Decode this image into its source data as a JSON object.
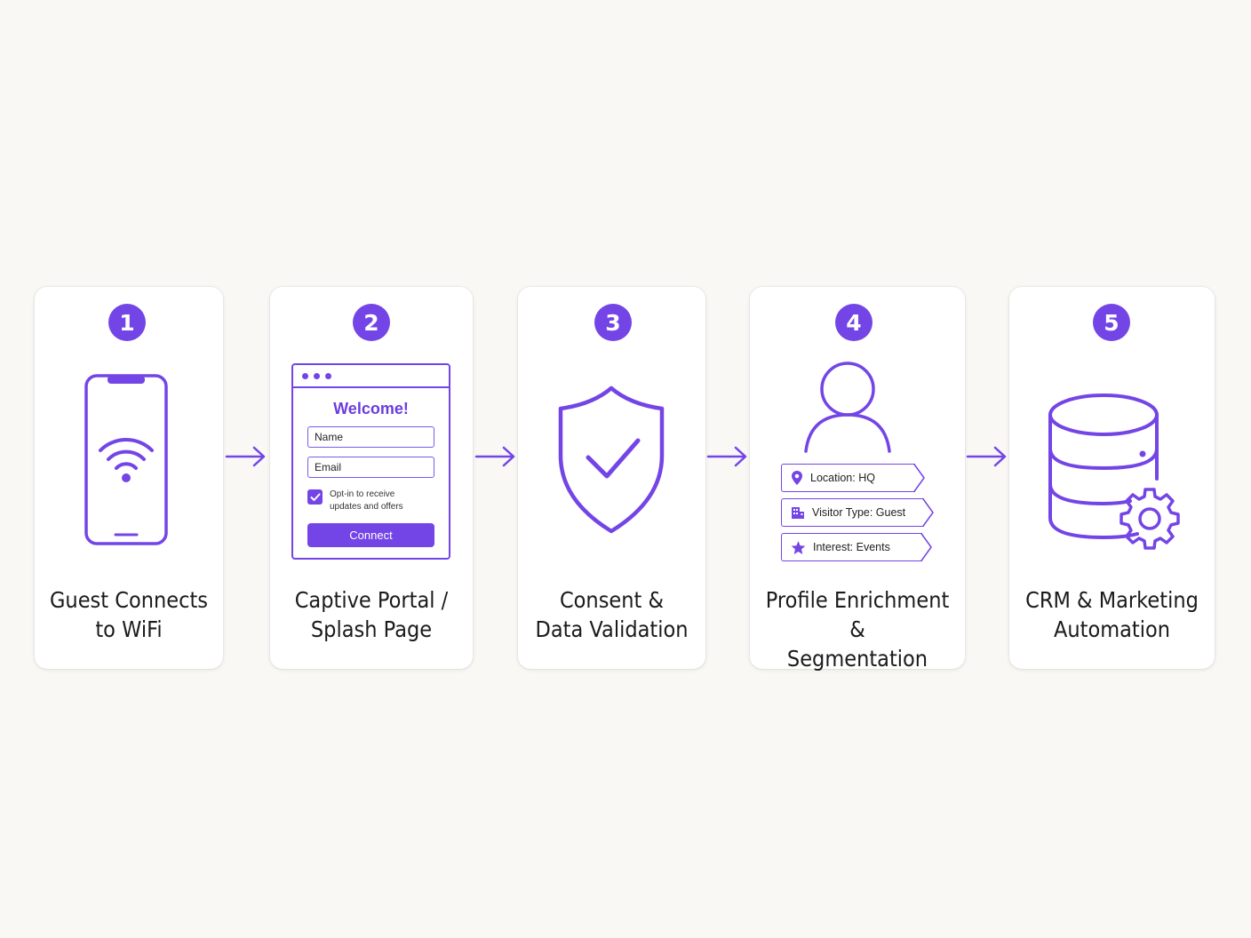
{
  "steps": [
    {
      "number": "1",
      "title_line1": "Guest Connects",
      "title_line2": "to WiFi",
      "icon": "phone-wifi-icon"
    },
    {
      "number": "2",
      "title_line1": "Captive Portal /",
      "title_line2": "Splash Page",
      "icon": "captive-portal-form"
    },
    {
      "number": "3",
      "title_line1": "Consent &",
      "title_line2": "Data Validation",
      "icon": "shield-check-icon"
    },
    {
      "number": "4",
      "title_line1": "Profile Enrichment &",
      "title_line2": "Segmentation",
      "icon": "user-profile-icon"
    },
    {
      "number": "5",
      "title_line1": "CRM & Marketing",
      "title_line2": "Automation",
      "icon": "database-gear-icon"
    }
  ],
  "portal": {
    "welcome": "Welcome!",
    "name_placeholder": "Name",
    "email_placeholder": "Email",
    "optin_line1": "Opt-in to receive",
    "optin_line2": "updates and offers",
    "connect_label": "Connect"
  },
  "profile_tags": [
    {
      "text": "Location: HQ",
      "icon": "location-pin-icon"
    },
    {
      "text": "Visitor Type: Guest",
      "icon": "building-icon"
    },
    {
      "text": "Interest: Events",
      "icon": "star-icon"
    }
  ],
  "colors": {
    "accent": "#7445e6",
    "background": "#f9f8f5",
    "card": "#ffffff",
    "text": "#1b1b1b"
  }
}
